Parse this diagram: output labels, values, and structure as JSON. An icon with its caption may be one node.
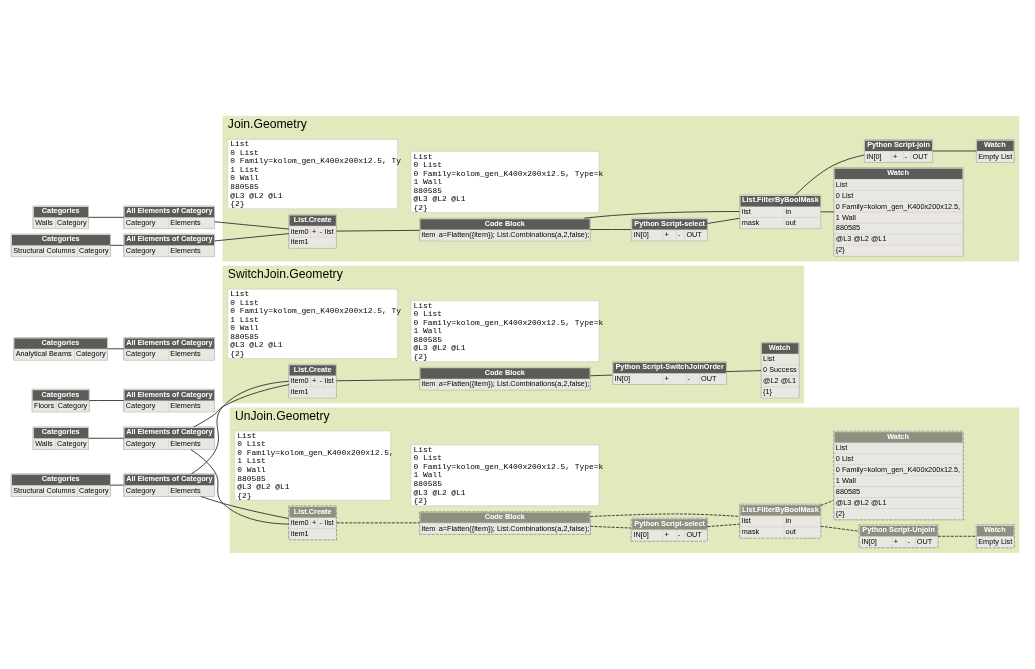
{
  "diagram": {
    "nodes": [
      {
        "text": [
          "Categories",
          "Structural Columns",
          "Category"
        ]
      },
      {
        "text": [
          "All Elements of Category",
          "Category",
          "Elements"
        ]
      },
      {
        "text": [
          "Categories",
          "Walls",
          "Category"
        ]
      },
      {
        "text": [
          "All Elements of Category",
          "Category",
          "Elements"
        ]
      },
      {
        "text": [
          "Join.Geometry"
        ]
      },
      {
        "text": [
          "List.Create",
          "item0",
          "+",
          "-",
          "list",
          "item1"
        ],
        "in": 4,
        "beside": [
          "List",
          "0 List",
          "0 Family=kolom_gen_K400x200x12.5, Ty",
          "1 List",
          "0 Wall",
          "880585",
          "@L3 @L2 @L1",
          "{2}"
        ]
      },
      {
        "text": [
          "Code Block",
          "item",
          "a=Flatten({item}); List.Combinations(a,2,false);"
        ],
        "in": 4,
        "beside": [
          "List",
          "0 List",
          "0 Family=kolom_gen_K400x200x12.5, Type=k",
          "1 Wall",
          "880585",
          "@L3 @L2 @L1",
          "{2}"
        ]
      },
      {
        "text": [
          "Python Script-select",
          "IN[0]",
          "+",
          "-",
          "OUT"
        ],
        "in": 4
      },
      {
        "text": [
          "List.FilterByBoolMask",
          "list",
          "mask",
          "in",
          "out"
        ],
        "in": 4
      },
      {
        "text": [
          "Watch",
          "List",
          "0 List",
          "0 Family=kolom_gen_K400x200x12.5,",
          "1 Wall",
          "880585",
          "@L3 @L2 @L1",
          "{2}"
        ],
        "in": 4
      },
      {
        "text": [
          "Python Script-join",
          "IN[0]",
          "+",
          "-",
          "OUT"
        ],
        "in": 4
      },
      {
        "text": [
          "Watch",
          "Empty List"
        ],
        "in": 4
      },
      {
        "text": [
          "Categories",
          "Structural Columns",
          "Category"
        ]
      },
      {
        "text": [
          "All Elements of Category",
          "Category",
          "Elements"
        ]
      },
      {
        "text": [
          "Categories",
          "Walls",
          "Category"
        ]
      },
      {
        "text": [
          "All Elements of Category",
          "Category",
          "Elements"
        ]
      },
      {
        "text": [
          "UnJoin.Geometry"
        ]
      },
      {
        "text": [
          "List.Create",
          "item0",
          "+",
          "-",
          "list",
          "item1"
        ],
        "in": 16,
        "beside": [
          "List",
          "0 List",
          "0 Family=kolom_gen_K400x200x12.5,",
          "1 List",
          "0 Wall",
          "880585",
          "@L3 @L2 @L1",
          "{2}"
        ]
      },
      {
        "text": [
          "Code Block",
          "item",
          "a=Flatten({item}); List.Combinations(a,2,false);"
        ],
        "in": 16,
        "beside": [
          "List",
          "0 List",
          "0 Family=kolom_gen_K400x200x12.5, Type=k",
          "1 Wall",
          "880585",
          "@L3 @L2 @L1",
          "{2}"
        ]
      },
      {
        "text": [
          "Python Script-select",
          "IN[0]",
          "+",
          "-",
          "OUT"
        ],
        "in": 16
      },
      {
        "text": [
          "List.FilterByBoolMask",
          "list",
          "mask",
          "in",
          "out"
        ],
        "in": 16
      },
      {
        "text": [
          "Python Script-Unjoin",
          "IN[0]",
          "+",
          "-",
          "OUT"
        ],
        "in": 16
      },
      {
        "text": [
          "Watch",
          "Empty List"
        ],
        "in": 16
      },
      {
        "text": [
          "Watch",
          "List",
          "0 List",
          "0 Family=kolom_gen_K400x200x12.5,",
          "1 Wall",
          "880585",
          "@L3 @L2 @L1",
          "{2}"
        ],
        "in": 16
      },
      {
        "text": [
          "Categories",
          "Analytical Beams",
          "Category"
        ]
      },
      {
        "text": [
          "All Elements of Category",
          "Category",
          "Elements"
        ]
      },
      {
        "text": [
          "Categories",
          "Floors",
          "Category"
        ]
      },
      {
        "text": [
          "All Elements of Category",
          "Category",
          "Elements"
        ]
      },
      {
        "text": [
          "SwitchJoin.Geometry"
        ]
      },
      {
        "text": [
          "List.Create",
          "item0",
          "+",
          "-",
          "list",
          "item1"
        ],
        "in": 28,
        "beside": [
          "List",
          "0 List",
          "0 Family=kolom_gen_K400x200x12.5, Ty",
          "1 List",
          "0 Wall",
          "880585",
          "@L3 @L2 @L1",
          "{2}"
        ]
      },
      {
        "text": [
          "Code Block",
          "item",
          "a=Flatten({item}); List.Combinations(a,2,false);"
        ],
        "in": 28,
        "beside": [
          "List",
          "0 List",
          "0 Family=kolom_gen_K400x200x12.5, Type=k",
          "1 Wall",
          "880585",
          "@L3 @L2 @L1",
          "{2}"
        ]
      },
      {
        "text": [
          "Python Script-SwitchJoinOrder",
          "IN[0]",
          "+",
          "-",
          "OUT"
        ],
        "in": 28
      },
      {
        "text": [
          "Watch",
          "List",
          "0 Success",
          "@L2 @L1",
          "{1}"
        ],
        "in": 28
      }
    ],
    "edges": [
      {
        "from": 0,
        "to": 1,
        "arrow": "none"
      },
      {
        "from": 2,
        "to": 3,
        "arrow": "none"
      },
      {
        "from": 1,
        "to": 5,
        "arrow": "none"
      },
      {
        "from": 3,
        "to": 5,
        "arrow": "none"
      },
      {
        "from": 5,
        "to": 6,
        "arrow": "none"
      },
      {
        "from": 6,
        "to": 7,
        "arrow": "none"
      },
      {
        "from": 6,
        "to": 8,
        "arrow": "none"
      },
      {
        "from": 7,
        "to": 8,
        "arrow": "none"
      },
      {
        "from": 8,
        "to": 9,
        "arrow": "none"
      },
      {
        "from": 8,
        "to": 10,
        "arrow": "none"
      },
      {
        "from": 10,
        "to": 11,
        "arrow": "none"
      },
      {
        "from": 12,
        "to": 13,
        "arrow": "none"
      },
      {
        "from": 14,
        "to": 15,
        "arrow": "none"
      },
      {
        "from": 13,
        "to": 17,
        "arrow": "none"
      },
      {
        "from": 15,
        "to": 17,
        "arrow": "none"
      },
      {
        "from": 13,
        "to": 29,
        "arrow": "none"
      },
      {
        "from": 15,
        "to": 29,
        "arrow": "none"
      },
      {
        "from": 17,
        "to": 18,
        "arrow": "none",
        "style": "dashed"
      },
      {
        "from": 18,
        "to": 19,
        "arrow": "none",
        "style": "dashed"
      },
      {
        "from": 18,
        "to": 20,
        "arrow": "none",
        "style": "dashed"
      },
      {
        "from": 19,
        "to": 20,
        "arrow": "none",
        "style": "dashed"
      },
      {
        "from": 20,
        "to": 21,
        "arrow": "none",
        "style": "dashed"
      },
      {
        "from": 21,
        "to": 22,
        "arrow": "none",
        "style": "dashed"
      },
      {
        "from": 20,
        "to": 23,
        "arrow": "none",
        "style": "dashed"
      },
      {
        "from": 24,
        "to": 25,
        "arrow": "none"
      },
      {
        "from": 26,
        "to": 27,
        "arrow": "none"
      },
      {
        "from": 29,
        "to": 30,
        "arrow": "none"
      },
      {
        "from": 30,
        "to": 31,
        "arrow": "none"
      },
      {
        "from": 31,
        "to": 32,
        "arrow": "none"
      }
    ]
  }
}
